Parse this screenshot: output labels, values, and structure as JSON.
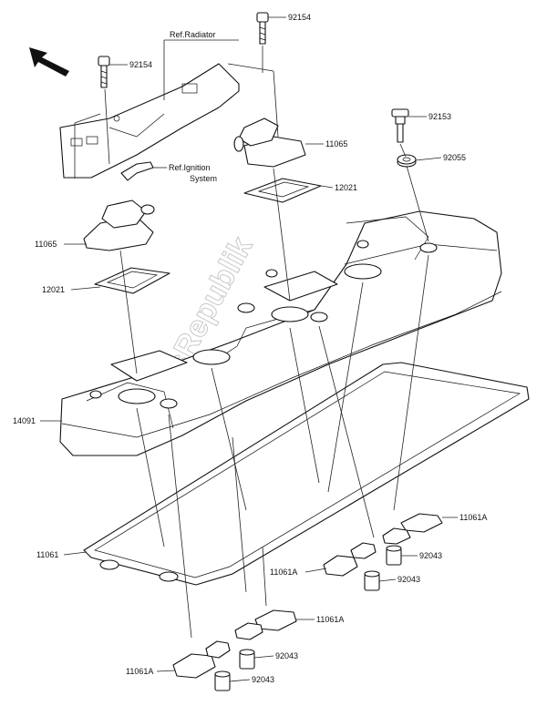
{
  "labels": {
    "ref_radiator": "Ref.Radiator",
    "ref_ignition_line1": "Ref.Ignition",
    "ref_ignition_line2": "System",
    "p92154_top": "92154",
    "p92154_left": "92154",
    "p92153": "92153",
    "p92055": "92055",
    "p11065_right": "11065",
    "p11065_left": "11065",
    "p12021_right": "12021",
    "p12021_left": "12021",
    "p14091": "14091",
    "p11061": "11061",
    "p11061A_right": "11061A",
    "p11061A_mid": "11061A",
    "p11061A_center": "11061A",
    "p11061A_bottom": "11061A",
    "p92043_a": "92043",
    "p92043_b": "92043",
    "p92043_c": "92043",
    "p92043_d": "92043"
  },
  "watermark": "PartsRepublik",
  "colors": {
    "ink": "#111111",
    "watermark": "#c8c8c8",
    "background": "#ffffff"
  },
  "icons": {
    "front_direction": "arrow-icon"
  }
}
